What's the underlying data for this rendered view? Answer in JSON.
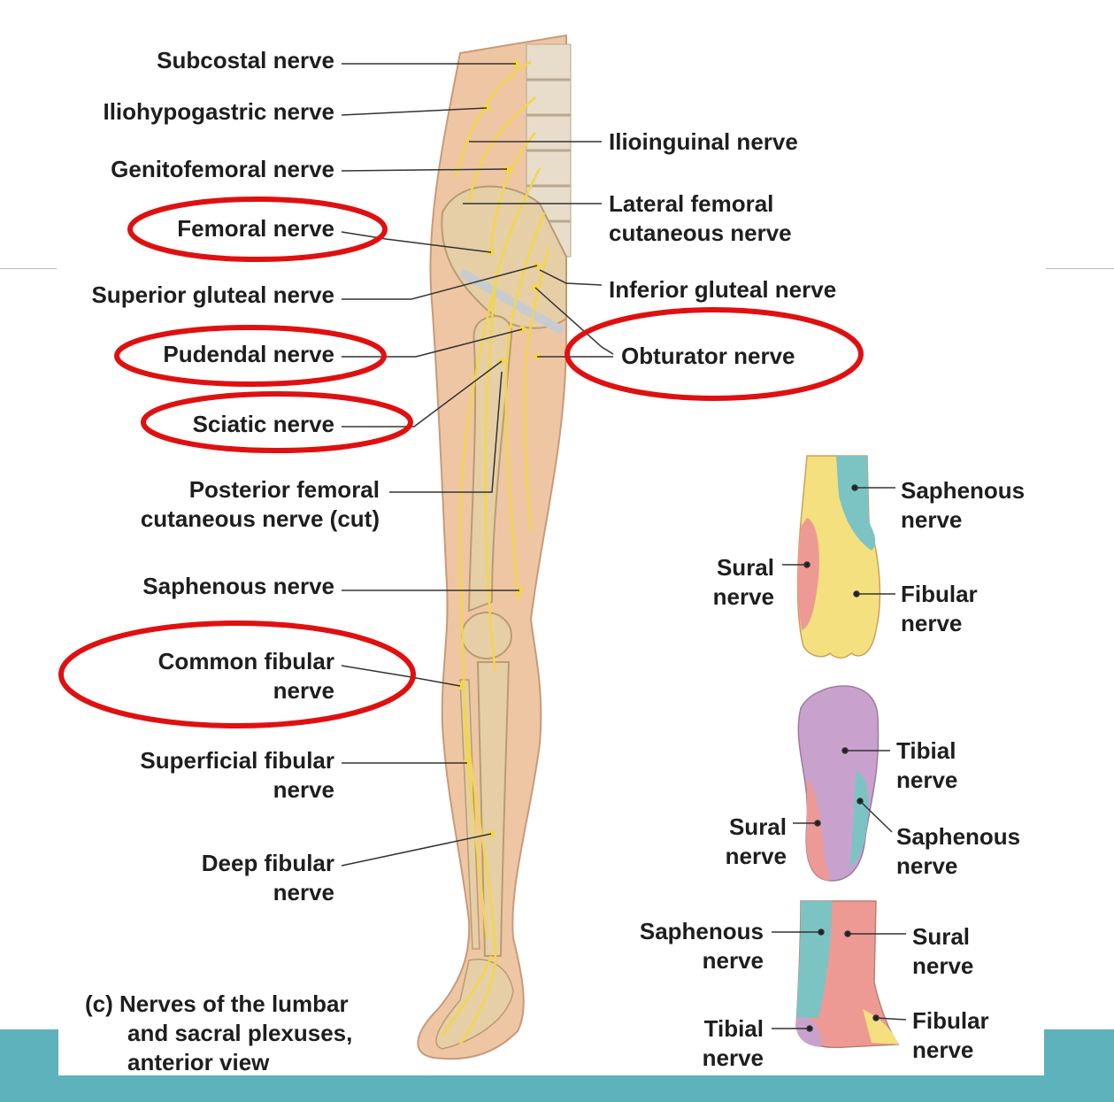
{
  "colors": {
    "accent_bar": "#5db2bc",
    "highlight_ring": "#e01010",
    "nerve": "#f2d64a",
    "skin": "#efc6a4",
    "bone": "#e6cfa6",
    "saphenous_zone": "#7cc4c4",
    "fibular_zone": "#f4e07e",
    "sural_zone": "#ee9a94",
    "tibial_zone": "#c8a2cc"
  },
  "left_labels": {
    "subcostal": "Subcostal nerve",
    "iliohypogastric": "Iliohypogastric nerve",
    "genitofemoral": "Genitofemoral nerve",
    "femoral": "Femoral nerve",
    "superior_gluteal": "Superior gluteal nerve",
    "pudendal": "Pudendal nerve",
    "sciatic": "Sciatic nerve",
    "post_fem_1": "Posterior femoral",
    "post_fem_2": "cutaneous nerve (cut)",
    "saphenous": "Saphenous nerve",
    "common_fib_1": "Common fibular",
    "common_fib_2": "nerve",
    "sup_fib_1": "Superficial fibular",
    "sup_fib_2": "nerve",
    "deep_fib_1": "Deep fibular",
    "deep_fib_2": "nerve"
  },
  "right_labels": {
    "ilioinguinal": "Ilioinguinal nerve",
    "lat_fem_1": "Lateral femoral",
    "lat_fem_2": "cutaneous nerve",
    "inf_gluteal": "Inferior gluteal nerve",
    "obturator": "Obturator nerve"
  },
  "foot_labels": {
    "dorsum_saph_1": "Saphenous",
    "dorsum_saph_2": "nerve",
    "dorsum_sural_1": "Sural",
    "dorsum_sural_2": "nerve",
    "dorsum_fib_1": "Fibular",
    "dorsum_fib_2": "nerve",
    "sole_tib_1": "Tibial",
    "sole_tib_2": "nerve",
    "sole_sural_1": "Sural",
    "sole_sural_2": "nerve",
    "sole_saph_1": "Saphenous",
    "sole_saph_2": "nerve",
    "heel_saph_1": "Saphenous",
    "heel_saph_2": "nerve",
    "heel_sural_1": "Sural",
    "heel_sural_2": "nerve",
    "heel_tib_1": "Tibial",
    "heel_tib_2": "nerve",
    "heel_fib_1": "Fibular",
    "heel_fib_2": "nerve"
  },
  "caption": {
    "line1": "(c) Nerves of the lumbar",
    "line2": "and sacral plexuses,",
    "line3": "anterior view"
  }
}
